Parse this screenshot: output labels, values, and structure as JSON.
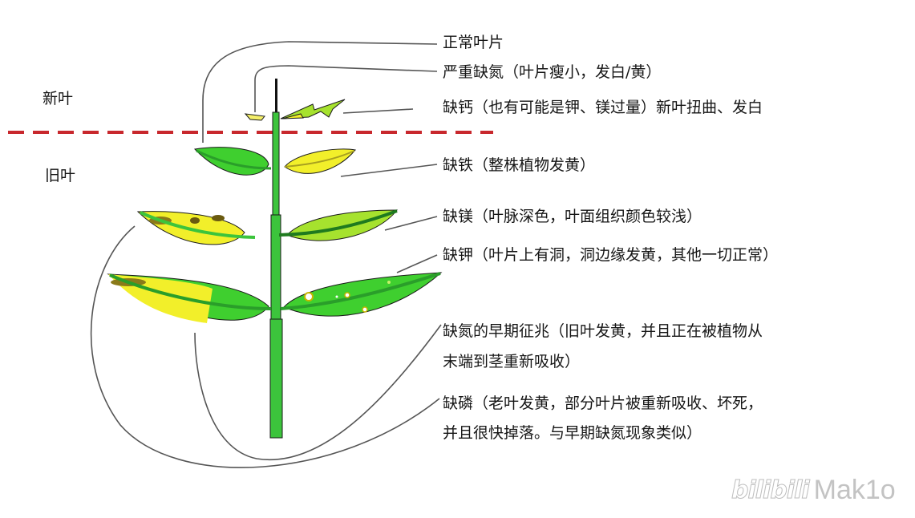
{
  "diagram": {
    "type": "plant-nutrient-deficiency-leaf-diagram",
    "divider": {
      "style": "dashed",
      "color": "#c8282d"
    },
    "zones": {
      "new_leaf": "新叶",
      "old_leaf": "旧叶"
    },
    "labels": [
      {
        "id": "normal",
        "text": "正常叶片"
      },
      {
        "id": "severe-n",
        "text": "严重缺氮（叶片瘦小，发白/黄）"
      },
      {
        "id": "ca",
        "text": "缺钙（也有可能是钾、镁过量）新叶扭曲、发白"
      },
      {
        "id": "fe",
        "text": "缺铁（整株植物发黄）"
      },
      {
        "id": "mg",
        "text": "缺镁（叶脉深色，叶面组织颜色较浅）"
      },
      {
        "id": "k",
        "text": "缺钾（叶片上有洞，洞边缘发黄，其他一切正常）"
      },
      {
        "id": "early-n-1",
        "text": "缺氮的早期征兆（旧叶发黄，并且正在被植物从"
      },
      {
        "id": "early-n-2",
        "text": "末端到茎重新吸收）"
      },
      {
        "id": "p-1",
        "text": "缺磷（老叶发黄，部分叶片被重新吸收、坏死，"
      },
      {
        "id": "p-2",
        "text": "并且很快掉落。与早期缺氮现象类似）"
      }
    ],
    "colors": {
      "leaf_green": "#3fcf2f",
      "vein_green": "#2a9e2a",
      "dark_vein": "#1f7a1f",
      "leaf_yellow": "#f2ef2a",
      "leaf_lightgreen": "#a6e22e",
      "necrosis": "#8a7a1a",
      "stem": "#3cc43c",
      "outline": "#1a1a1a",
      "leader_line": "#555555"
    }
  },
  "watermark": {
    "logo": "bilibili",
    "user": "Mak1o"
  }
}
